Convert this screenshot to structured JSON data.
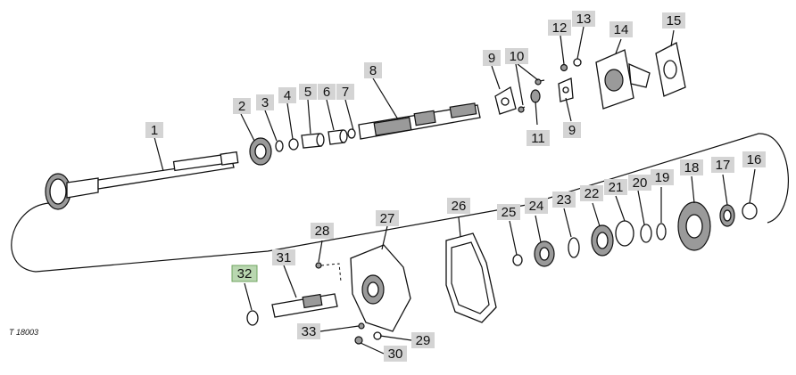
{
  "diagram": {
    "reference": "T 18003",
    "callouts": [
      {
        "n": "1"
      },
      {
        "n": "2"
      },
      {
        "n": "3"
      },
      {
        "n": "4"
      },
      {
        "n": "5"
      },
      {
        "n": "6"
      },
      {
        "n": "7"
      },
      {
        "n": "8"
      },
      {
        "n": "9"
      },
      {
        "n": "10"
      },
      {
        "n": "11"
      },
      {
        "n": "12"
      },
      {
        "n": "13"
      },
      {
        "n": "14"
      },
      {
        "n": "15"
      },
      {
        "n": "16"
      },
      {
        "n": "17"
      },
      {
        "n": "18"
      },
      {
        "n": "19"
      },
      {
        "n": "20"
      },
      {
        "n": "21"
      },
      {
        "n": "22"
      },
      {
        "n": "23"
      },
      {
        "n": "24"
      },
      {
        "n": "25"
      },
      {
        "n": "26"
      },
      {
        "n": "27"
      },
      {
        "n": "28"
      },
      {
        "n": "29"
      },
      {
        "n": "30"
      },
      {
        "n": "31"
      },
      {
        "n": "32"
      },
      {
        "n": "33"
      },
      {
        "n": "9"
      }
    ],
    "highlighted_callout": "32",
    "colors": {
      "label_bg": "#d4d4d4",
      "highlight_bg": "#b9d7b0",
      "ink": "#111111"
    }
  }
}
